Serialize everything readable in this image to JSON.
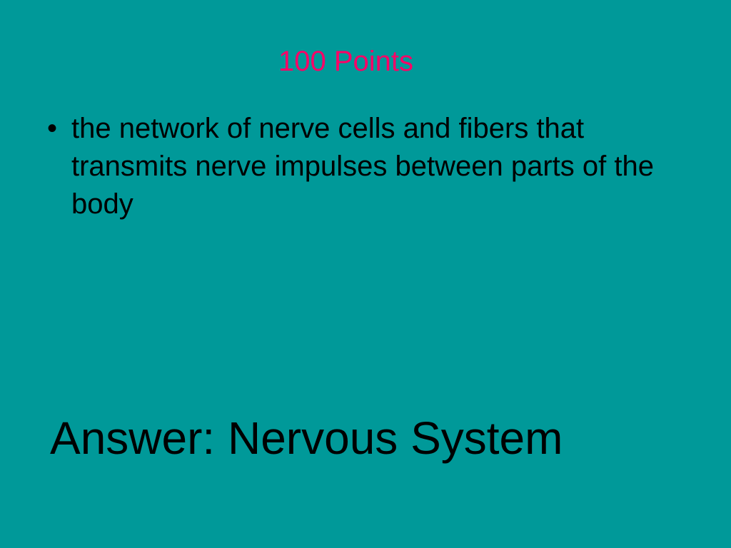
{
  "slide": {
    "title": "100 Points",
    "bullets": [
      {
        "marker": "•",
        "text": "the network of nerve cells and fibers that transmits nerve impulses between parts of the body"
      }
    ],
    "answer": "Answer: Nervous System"
  },
  "colors": {
    "background": "#009999",
    "title": "#ff0066",
    "text": "#000000"
  }
}
